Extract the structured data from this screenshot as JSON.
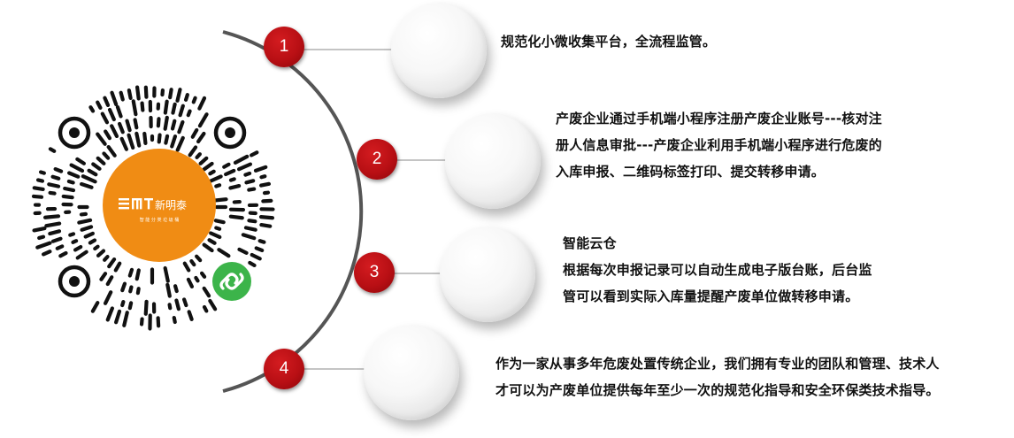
{
  "logo": {
    "brand_mark": "EMT",
    "brand_name": "新明泰",
    "tagline": "智 能 分 类 垃 圾 桶",
    "center_color": "#f08c14",
    "mini_program_badge_color": "#3cb44a"
  },
  "accent_color": "#c4161c",
  "steps": [
    {
      "number": "1",
      "lines": [
        "规范化小微收集平台，全流程监管。"
      ]
    },
    {
      "number": "2",
      "lines": [
        "产废企业通过手机端小程序注册产废企业账号---核对注",
        "册人信息审批---产废企业利用手机端小程序进行危废的",
        "入库申报、二维码标签打印、提交转移申请。"
      ]
    },
    {
      "number": "3",
      "lines": [
        "智能云仓",
        "根据每次申报记录可以自动生成电子版台账，后台监",
        "管可以看到实际入库量提醒产废单位做转移申请。"
      ]
    },
    {
      "number": "4",
      "lines": [
        "作为一家从事多年危废处置传统企业，我们拥有专业的团队和管理、技术人",
        "才可以为产废单位提供每年至少一次的规范化指导和安全环保类技术指导。"
      ]
    }
  ]
}
